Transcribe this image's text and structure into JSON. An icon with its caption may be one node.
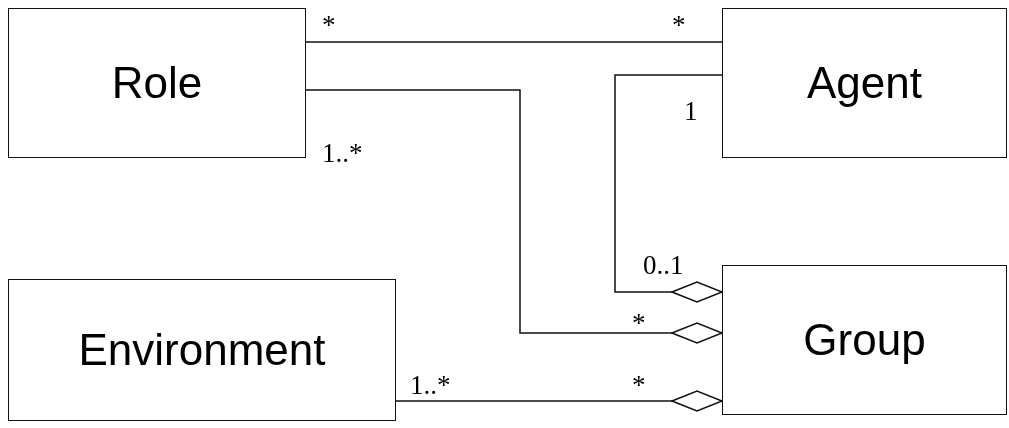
{
  "diagram": {
    "nodes": [
      {
        "text": [
          "Role"
        ]
      },
      {
        "text": [
          "Agent"
        ]
      },
      {
        "text": [
          "Environment"
        ]
      },
      {
        "text": [
          "Group"
        ]
      }
    ],
    "edges": [
      {
        "from": 0,
        "to": 1,
        "arrow": "none"
      },
      {
        "from": 0,
        "to": 3,
        "arrow": "other"
      },
      {
        "from": 1,
        "to": 3,
        "arrow": "other"
      },
      {
        "from": 2,
        "to": 3,
        "arrow": "other"
      }
    ],
    "labels": [
      "*",
      "*",
      "1",
      "1..*",
      "0..1",
      "*",
      "1..*",
      "*"
    ]
  }
}
